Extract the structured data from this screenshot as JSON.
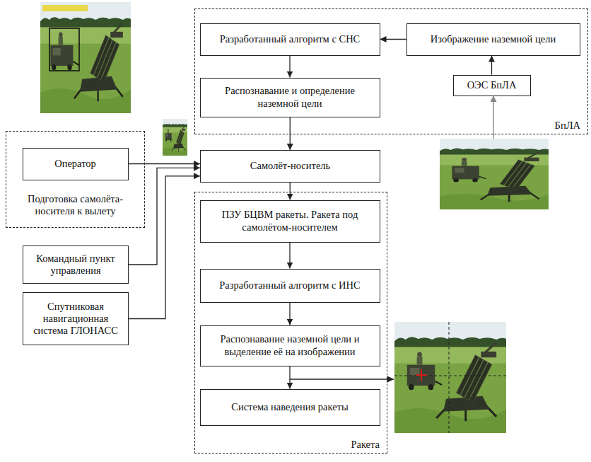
{
  "diagram": {
    "nodes": [
      {
        "text": [
          "БпЛА"
        ]
      },
      {
        "text": [
          "Разработанный алгоритм с СНС"
        ],
        "in": 0
      },
      {
        "text": [
          "Изображение наземной цели"
        ],
        "in": 0
      },
      {
        "text": [
          "ОЭС БпЛА"
        ],
        "in": 0
      },
      {
        "text": [
          "Распознавание и определение наземной цели"
        ],
        "in": 0
      },
      {
        "text": [
          "Подготовка самолёта-носителя к вылету"
        ]
      },
      {
        "text": [
          "Оператор"
        ],
        "in": 5
      },
      {
        "text": [
          "Самолёт-носитель"
        ]
      },
      {
        "text": [
          "Командный пункт управления"
        ]
      },
      {
        "text": [
          "Спутниковая навигационная система ГЛОНАСС"
        ]
      },
      {
        "text": [
          "Ракета"
        ]
      },
      {
        "text": [
          "ПЗУ БЦВМ ракеты. Ракета под самолётом-носителем"
        ],
        "in": 10
      },
      {
        "text": [
          "Разработанный алгоритм с ИНС"
        ],
        "in": 10
      },
      {
        "text": [
          "Распознавание наземной цели и выделение её на изображении"
        ],
        "in": 10
      },
      {
        "text": [
          "Система наведения ракеты"
        ],
        "in": 10
      }
    ],
    "edges": [
      {
        "from": 2,
        "to": 1,
        "arrow": "to"
      },
      {
        "from": 1,
        "to": 4,
        "arrow": "to"
      },
      {
        "from": 4,
        "to": 7,
        "arrow": "to"
      },
      {
        "from": 3,
        "to": 2,
        "arrow": "to"
      },
      {
        "from": 6,
        "to": 7,
        "arrow": "to"
      },
      {
        "from": 8,
        "to": 7,
        "arrow": "to"
      },
      {
        "from": 9,
        "to": 7,
        "arrow": "to"
      },
      {
        "from": 7,
        "to": 11,
        "arrow": "to"
      },
      {
        "from": 11,
        "to": 12,
        "arrow": "to"
      },
      {
        "from": 12,
        "to": 13,
        "arrow": "to"
      },
      {
        "from": 13,
        "to": 14,
        "arrow": "to"
      }
    ]
  }
}
